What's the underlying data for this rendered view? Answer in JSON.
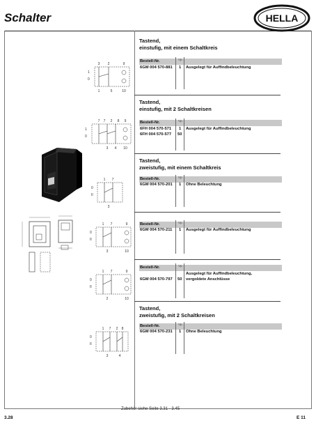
{
  "page": {
    "title": "Schalter",
    "brand": "HELLA",
    "accessory_note": "Zubehör siehe Seite 3.31 - 3.45",
    "page_number": "3.28",
    "page_code": "E 11"
  },
  "sections": [
    {
      "title_line1": "Tastend,",
      "title_line2": "einstufig, mit einem Schaltkreis",
      "col_order": "Bestell-Nr.",
      "col_vp": "Vp.",
      "rows": [
        {
          "order": "6GM 004 570-881",
          "vp": "1",
          "desc": "Ausgelegt für Auffindbeleuchtung",
          "desc2": ""
        }
      ]
    },
    {
      "title_line1": "Tastend,",
      "title_line2": "einstufig, mit 2 Schaltkreisen",
      "col_order": "Bestell-Nr.",
      "col_vp": "Vp.",
      "rows": [
        {
          "order": "6FH 004 570-571",
          "vp": "1",
          "desc": "Ausgelegt für Auffindbeleuchtung",
          "desc2": ""
        },
        {
          "order": "6FH 004 570-577",
          "vp": "50",
          "desc": "",
          "desc2": ""
        }
      ]
    },
    {
      "title_line1": "Tastend,",
      "title_line2": "zweistufig, mit einem Schaltkreis",
      "col_order": "Bestell-Nr.",
      "col_vp": "Vp.",
      "rows": [
        {
          "order": "6GM 004 570-201",
          "vp": "1",
          "desc": "Ohne Beleuchtung",
          "desc2": ""
        }
      ]
    },
    {
      "title_line1": "",
      "title_line2": "",
      "col_order": "Bestell-Nr.",
      "col_vp": "Vp.",
      "rows": [
        {
          "order": "6GM 004 570-211",
          "vp": "1",
          "desc": "Ausgelegt für Auffindbeleuchtung",
          "desc2": ""
        }
      ]
    },
    {
      "title_line1": "",
      "title_line2": "",
      "col_order": "Bestell-Nr.",
      "col_vp": "Vp.",
      "rows": [
        {
          "order": "6GM 004 570-797",
          "vp": "50",
          "desc": "Ausgelegt für Auffindbeleuchtung,",
          "desc2": "vergoldete Anschlüsse"
        }
      ]
    },
    {
      "title_line1": "Tastend,",
      "title_line2": "zweistufig, mit 2 Schaltkreisen",
      "col_order": "Bestell-Nr.",
      "col_vp": "Vp.",
      "rows": [
        {
          "order": "6GM 004 570-231",
          "vp": "1",
          "desc": "Ohne Beleuchtung",
          "desc2": ""
        }
      ]
    }
  ],
  "diagram_labels": {
    "d1_top": [
      "3",
      "2",
      "9"
    ],
    "d1_bottom": [
      "1",
      "5",
      "10"
    ],
    "d1_side": [
      "1",
      "0"
    ],
    "d2_top": [
      "7",
      "7",
      "2",
      "8",
      "9"
    ],
    "d2_bottom": [
      "3",
      "4",
      "10"
    ],
    "d2_side": [
      "1",
      "0"
    ],
    "d3_top": [
      "1",
      "7"
    ],
    "d3_bottom": [
      "3"
    ],
    "d3_side": [
      "0",
      "II"
    ],
    "d4_top": [
      "1",
      "7",
      "9"
    ],
    "d4_bottom": [
      "3",
      "10"
    ],
    "d4_side": [
      "0",
      "II"
    ],
    "d5_top": [
      "1",
      "7",
      "9"
    ],
    "d5_bottom": [
      "2",
      "10"
    ],
    "d5_side": [
      "0",
      "II"
    ],
    "d6_top": [
      "1",
      "7",
      "2",
      "8"
    ],
    "d6_bottom": [
      "3",
      "4"
    ],
    "d6_side": [
      "0",
      "II"
    ]
  }
}
